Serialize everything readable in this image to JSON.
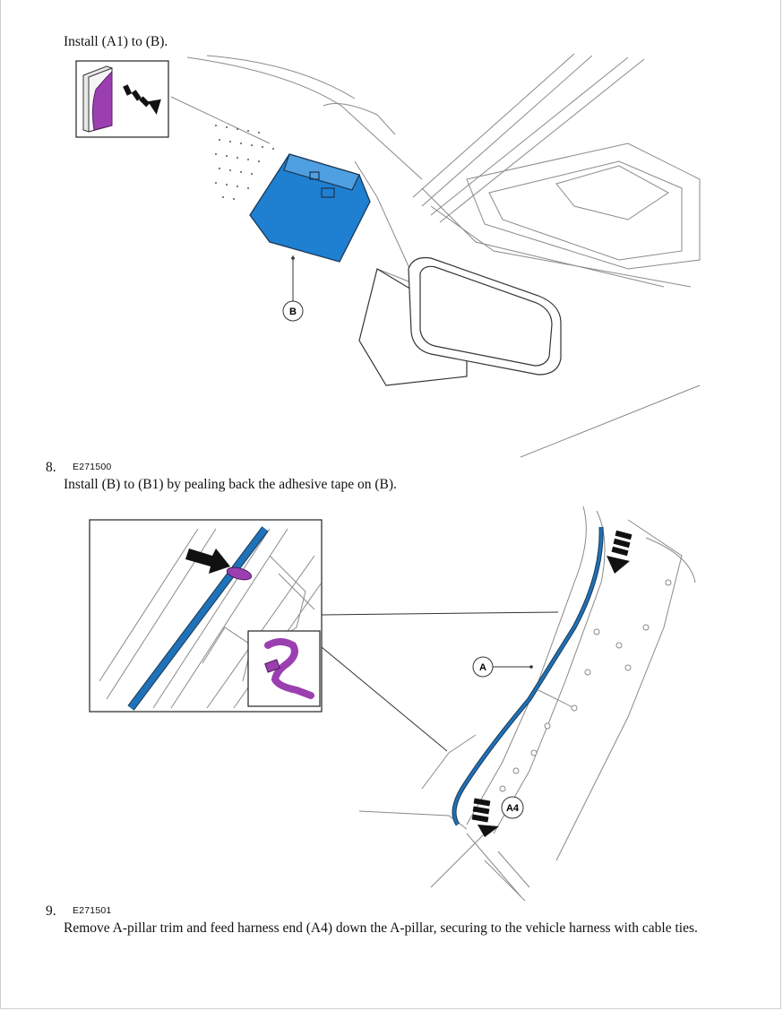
{
  "step7": {
    "instruction": "Install (A1) to (B).",
    "callout_b": "B"
  },
  "step8": {
    "number": "8.",
    "figure_ref": "E271500",
    "instruction": "Install (B) to (B1) by pealing back the adhesive tape on (B).",
    "callout_a": "A",
    "callout_a4": "A4"
  },
  "step9": {
    "number": "9.",
    "figure_ref": "E271501",
    "instruction": "Remove A-pillar trim and feed harness end (A4) down the A-pillar, securing to the vehicle harness with cable ties."
  },
  "colors": {
    "module_blue": "#1f7fd0",
    "harness_blue": "#1f72b8",
    "tape_purple": "#9b3fb0",
    "line_gray": "#8a8a8a",
    "outline_black": "#222222"
  }
}
